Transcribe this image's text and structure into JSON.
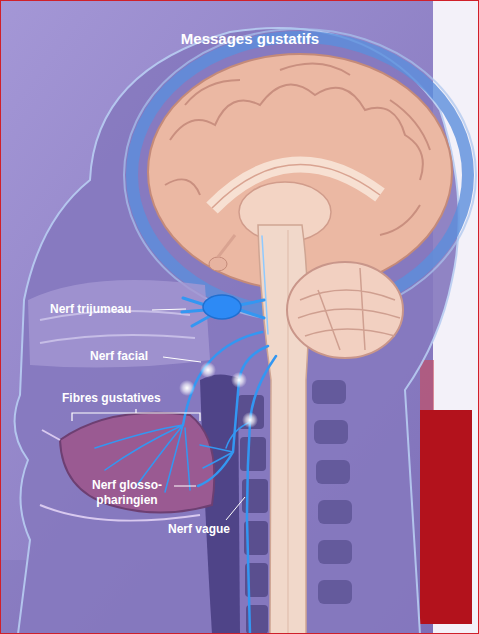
{
  "diagram": {
    "title": "Messages gustatifs",
    "labels": [
      "Nerf trijumeau",
      "Nerf facial",
      "Fibres gustatives",
      "Nerf glosso- pharingien",
      "Nerf vague"
    ]
  }
}
